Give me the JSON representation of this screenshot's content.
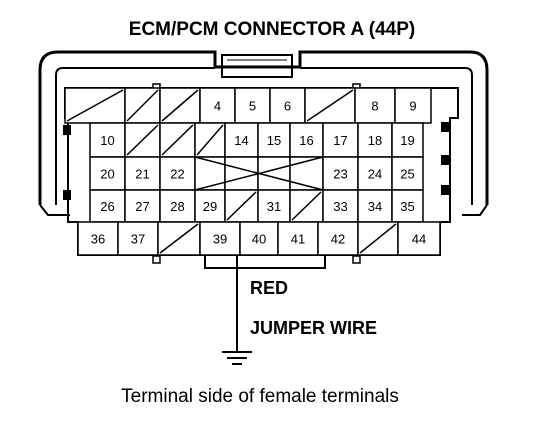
{
  "title": "ECM/PCM CONNECTOR A (44P)",
  "wire_color": "RED",
  "wire_label": "JUMPER WIRE",
  "caption": "Terminal side of female terminals",
  "rows": [
    [
      "",
      "",
      "",
      "4",
      "5",
      "6",
      "",
      "8",
      "9"
    ],
    [
      "10",
      "",
      "",
      "",
      "14",
      "15",
      "16",
      "17",
      "18",
      "19"
    ],
    [
      "20",
      "21",
      "22",
      "",
      "",
      "",
      "",
      "23",
      "24",
      "25"
    ],
    [
      "26",
      "27",
      "28",
      "29",
      "",
      "31",
      "",
      "33",
      "34",
      "35"
    ],
    [
      "36",
      "37",
      "",
      "39",
      "40",
      "41",
      "42",
      "",
      "44"
    ]
  ],
  "probed_terminal": "39"
}
